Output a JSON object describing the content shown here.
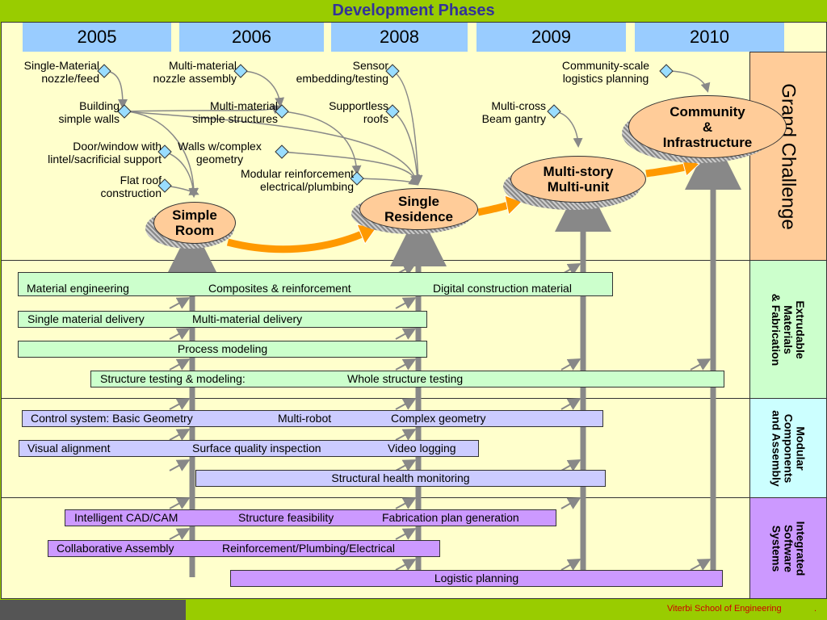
{
  "title": "Development Phases",
  "years": [
    "2005",
    "2006",
    "2008",
    "2009",
    "2010"
  ],
  "side_labels": {
    "grand": "Grand Challenge",
    "extrudable": "Extrudable\nMaterials\n& Fabrication",
    "modular": "Modular\nComponents\nand Assembly",
    "integrated": "Integrated\nSoftware\nSystems"
  },
  "milestones": {
    "simple_room": "Simple\nRoom",
    "single_residence": "Single\nResidence",
    "multi_story": "Multi-story\nMulti-unit",
    "community": "Community\n&\nInfrastructure"
  },
  "tasks": {
    "single_material": "Single-Material\nnozzle/feed",
    "building_simple_walls": "Building\nsimple walls",
    "door_window": "Door/window with\nlintel/sacrificial support",
    "flat_roof": "Flat roof\nconstruction",
    "multi_material_nozzle": "Multi-material\nnozzle assembly",
    "multi_material_structures": "Multi-material\nsimple structures",
    "walls_complex": "Walls w/complex\ngeometry",
    "modular_reinforcement": "Modular reinforcement\nelectrical/plumbing",
    "sensor": "Sensor\nembedding/testing",
    "supportless": "Supportless\nroofs",
    "multi_cross": "Multi-cross\nBeam gantry",
    "community_scale": "Community-scale\nlogistics planning"
  },
  "bars": {
    "materials": [
      "Material engineering",
      "Composites & reinforcement",
      "Digital construction material"
    ],
    "delivery": [
      "Single material delivery",
      "Multi-material delivery"
    ],
    "process": [
      "Process modeling"
    ],
    "structure_testing": [
      "Structure testing & modeling:",
      "Whole structure testing"
    ],
    "control": [
      "Control system: Basic Geometry",
      "Multi-robot",
      "Complex geometry"
    ],
    "visual": [
      "Visual alignment",
      "Surface quality inspection",
      "Video logging"
    ],
    "health": [
      "Structural health monitoring"
    ],
    "cad": [
      "Intelligent CAD/CAM",
      "Structure feasibility",
      "Fabrication plan generation"
    ],
    "collab": [
      "Collaborative Assembly",
      "Reinforcement/Plumbing/Electrical"
    ],
    "logistic": [
      "Logistic planning"
    ]
  },
  "footer": {
    "school": "Viterbi School of Engineering",
    "dot": "."
  },
  "colors": {
    "background": "#99cc00",
    "panel": "#ffffcc",
    "year_box": "#99ccff",
    "milestone": "#ffcc99",
    "arrow": "#ff9900",
    "green_bar": "#ccffcc",
    "lavender_bar": "#ccccff",
    "purple_bar": "#cc99ff"
  },
  "icons": [
    "diamond-icon",
    "arrow-icon"
  ]
}
